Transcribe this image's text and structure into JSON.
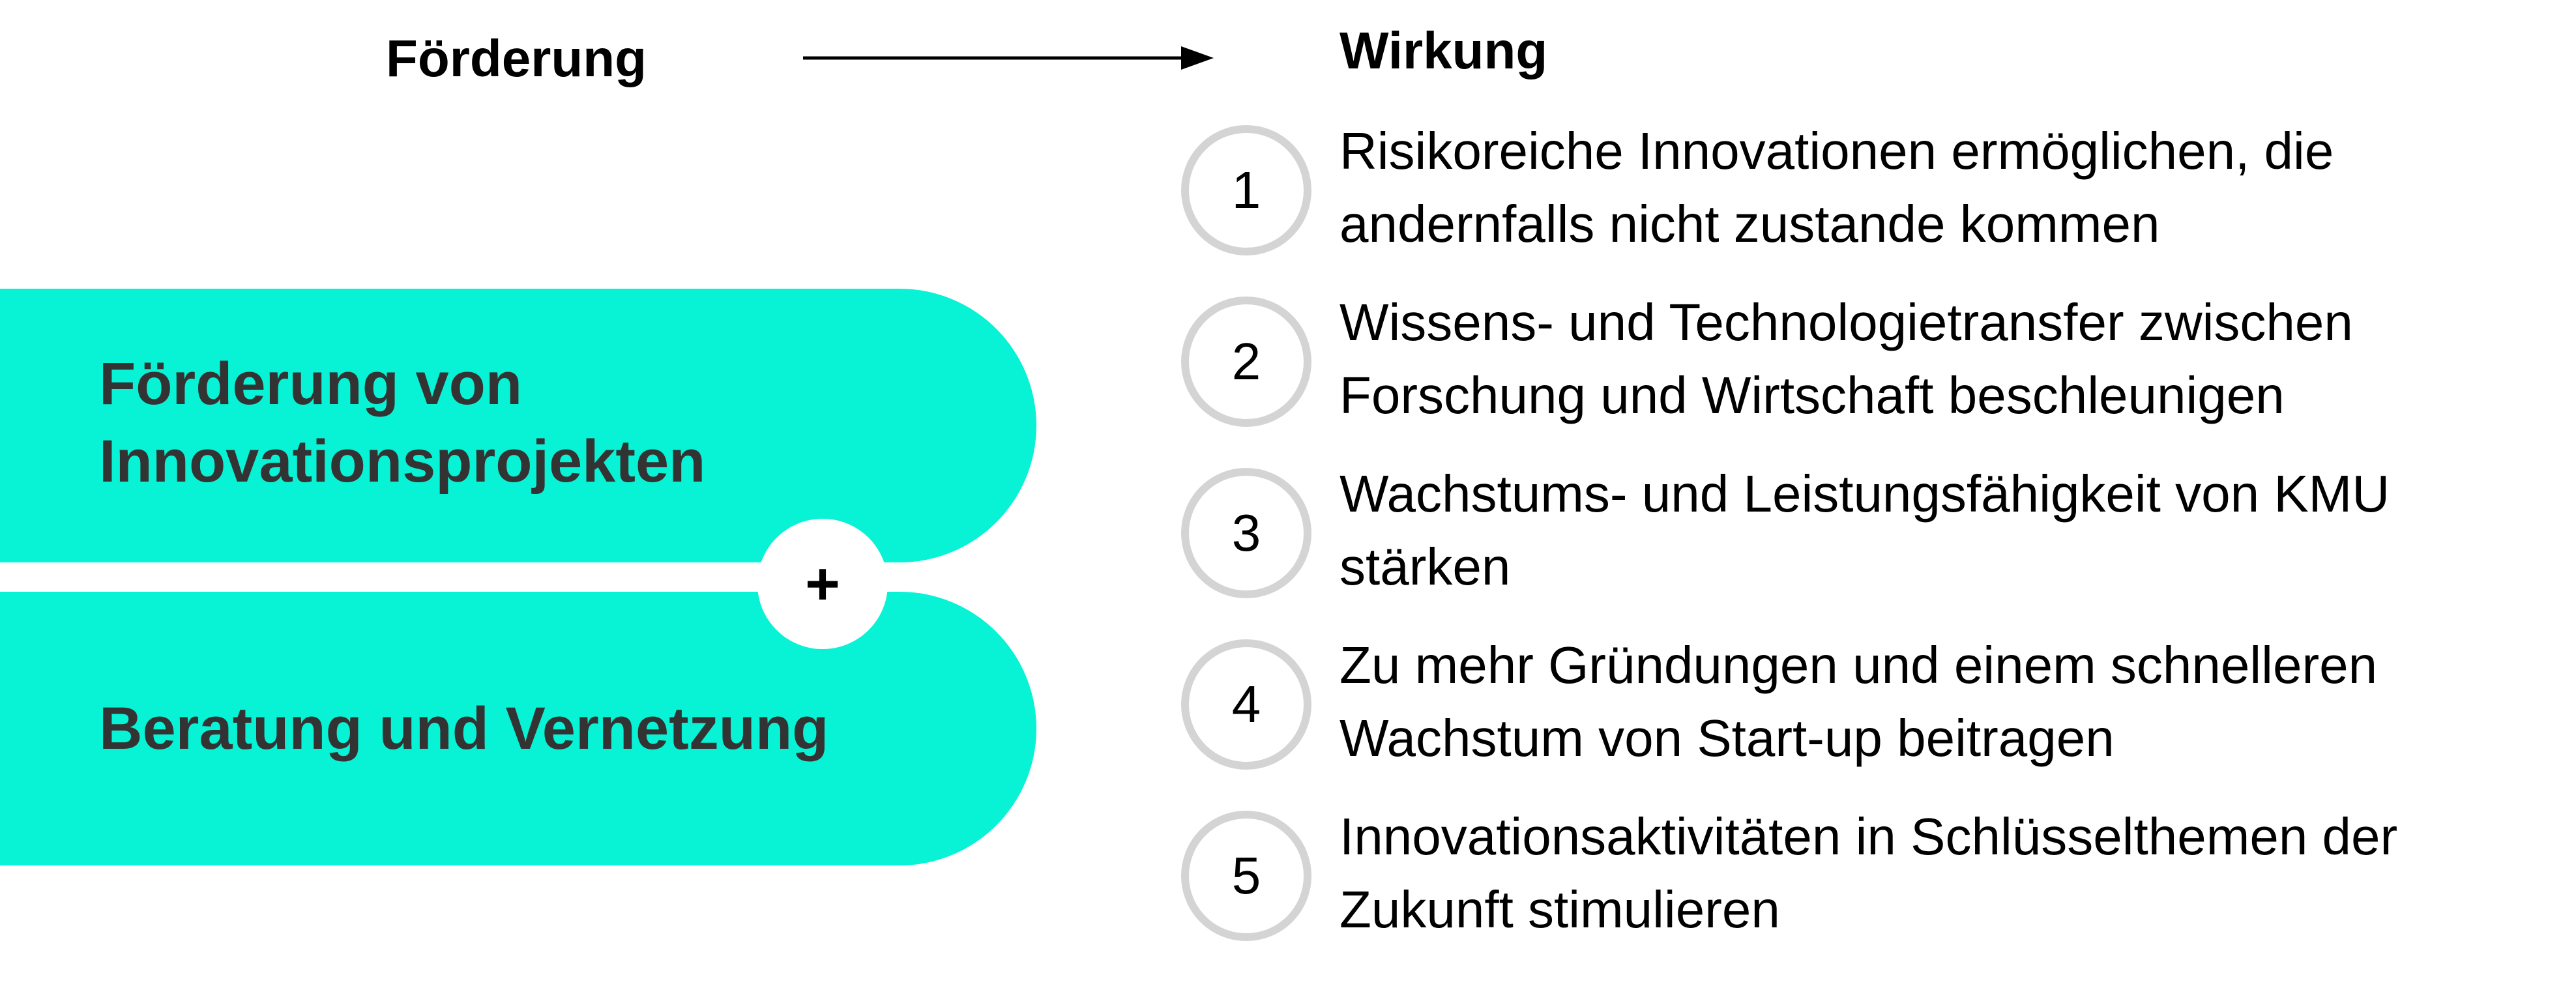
{
  "header": {
    "left_label": "Förderung",
    "right_label": "Wirkung"
  },
  "instruments": [
    {
      "label": "Förderung von Innovationsprojekten"
    },
    {
      "label": "Beratung und Vernetzung"
    }
  ],
  "connector_symbol": "+",
  "effects": [
    {
      "number": "1",
      "text": "Risikoreiche Innovationen ermöglichen, die andernfalls nicht zustande kommen"
    },
    {
      "number": "2",
      "text": "Wissens- und Technologietransfer zwischen Forschung und Wirtschaft beschleunigen"
    },
    {
      "number": "3",
      "text": "Wachstums- und Leistungsfähigkeit von KMU stärken"
    },
    {
      "number": "4",
      "text": "Zu mehr Gründungen und einem schnelleren Wachstum von Start-up beitragen"
    },
    {
      "number": "5",
      "text": "Innovationsaktivitäten in Schlüsselthemen der Zukunft stimulieren"
    }
  ],
  "colors": {
    "pill_fill": "#08f2d6",
    "pill_text": "#333333",
    "number_ring": "#d4d4d4",
    "text": "#000000"
  }
}
